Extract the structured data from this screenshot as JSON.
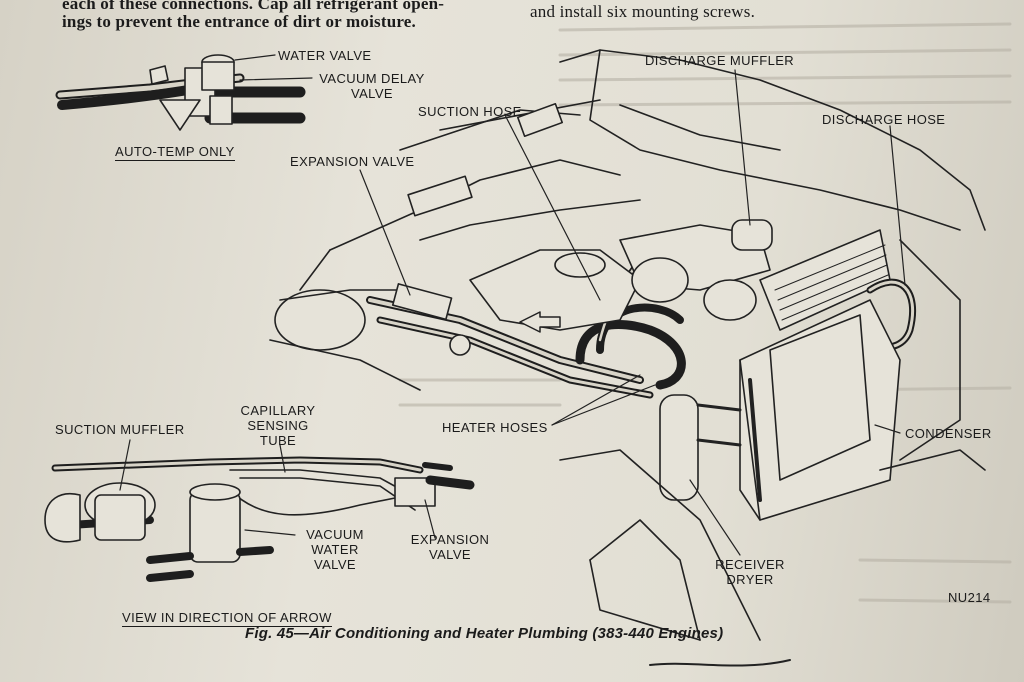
{
  "header": {
    "left_line1": "each of these connections. Cap all refrigerant open-",
    "left_line2": "ings to prevent the entrance of dirt or moisture.",
    "right_line": "and install six mounting screws."
  },
  "inset_top": {
    "water_valve": "WATER VALVE",
    "vacuum_delay_line1": "VACUUM DELAY",
    "vacuum_delay_line2": "VALVE",
    "title": "AUTO-TEMP ONLY"
  },
  "main_labels": {
    "suction_hose": "SUCTION HOSE",
    "discharge_muffler": "DISCHARGE MUFFLER",
    "discharge_hose": "DISCHARGE HOSE",
    "expansion_valve": "EXPANSION VALVE",
    "heater_hoses": "HEATER HOSES",
    "condenser": "CONDENSER",
    "receiver_line1": "RECEIVER",
    "receiver_line2": "DRYER",
    "figure_code": "NU214"
  },
  "inset_bottom": {
    "capillary_line1": "CAPILLARY",
    "capillary_line2": "SENSING",
    "capillary_line3": "TUBE",
    "suction_muffler": "SUCTION MUFFLER",
    "vacuum_line1": "VACUUM",
    "vacuum_line2": "WATER",
    "vacuum_line3": "VALVE",
    "expansion_line1": "EXPANSION",
    "expansion_line2": "VALVE",
    "title": "VIEW IN DIRECTION OF ARROW"
  },
  "caption": "Fig. 45—Air Conditioning and Heater Plumbing (383-440 Engines)"
}
